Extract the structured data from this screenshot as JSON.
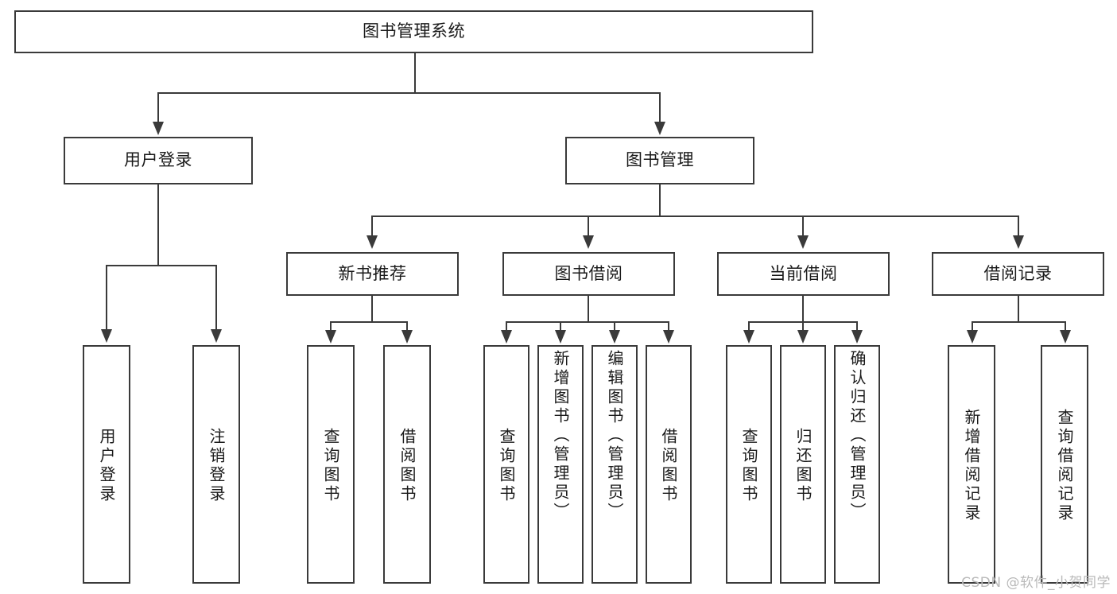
{
  "diagram": {
    "title": "图书管理系统",
    "type": "tree",
    "watermark": "CSDN @软件_小贺同学",
    "colors": {
      "stroke": "#3a3a3a",
      "fill": "#ffffff",
      "text": "#1a1a1a",
      "watermark": "#b9b9b9"
    },
    "root": {
      "label": "图书管理系统"
    },
    "level2": [
      {
        "label": "用户登录"
      },
      {
        "label": "图书管理"
      }
    ],
    "level3": [
      {
        "label": "新书推荐"
      },
      {
        "label": "图书借阅"
      },
      {
        "label": "当前借阅"
      },
      {
        "label": "借阅记录"
      }
    ],
    "leaves": {
      "user_login": [
        {
          "label": "用户登录"
        },
        {
          "label": "注销登录"
        }
      ],
      "new_book": [
        {
          "label": "查询图书"
        },
        {
          "label": "借阅图书"
        }
      ],
      "borrow": [
        {
          "label": "查询图书"
        },
        {
          "label": "新增图书（管理员）"
        },
        {
          "label": "编辑图书（管理员）"
        },
        {
          "label": "借阅图书"
        }
      ],
      "current": [
        {
          "label": "查询图书"
        },
        {
          "label": "归还图书"
        },
        {
          "label": "确认归还（管理员）"
        }
      ],
      "records": [
        {
          "label": "新增借阅记录"
        },
        {
          "label": "查询借阅记录"
        }
      ]
    }
  }
}
